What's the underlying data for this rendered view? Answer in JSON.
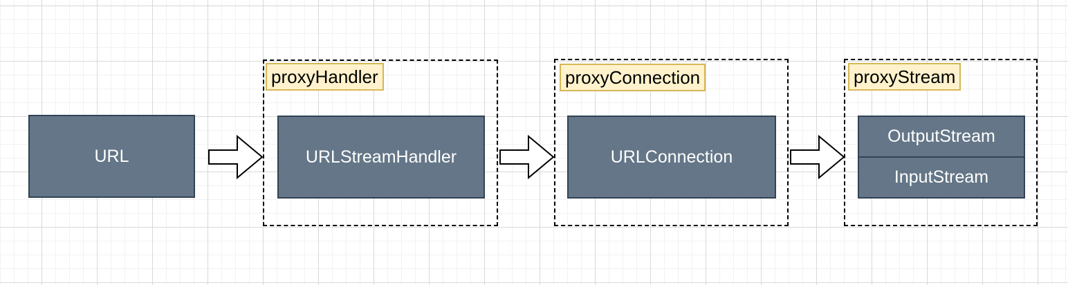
{
  "diagram": {
    "nodes": {
      "url": {
        "label": "URL"
      },
      "urlStreamHandler": {
        "label": "URLStreamHandler"
      },
      "urlConnection": {
        "label": "URLConnection"
      },
      "outputStream": {
        "label": "OutputStream"
      },
      "inputStream": {
        "label": "InputStream"
      }
    },
    "groups": {
      "proxyHandler": {
        "label": "proxyHandler"
      },
      "proxyConnection": {
        "label": "proxyConnection"
      },
      "proxyStream": {
        "label": "proxyStream"
      }
    },
    "arrows": [
      {
        "from": "URL",
        "to": "proxyHandler"
      },
      {
        "from": "URLStreamHandler",
        "to": "proxyConnection"
      },
      {
        "from": "URLConnection",
        "to": "proxyStream"
      }
    ],
    "colors": {
      "node_fill": "#647687",
      "node_border": "#314354",
      "node_text": "#ffffff",
      "group_label_fill": "#fff2cc",
      "group_label_border": "#d6b656",
      "group_label_text": "#000000",
      "group_border": "#000000",
      "arrow_fill": "#ffffff",
      "arrow_stroke": "#000000",
      "canvas_background": "#ffffff",
      "grid_minor": "#f2f2f2",
      "grid_major": "#d8d8d8"
    }
  }
}
